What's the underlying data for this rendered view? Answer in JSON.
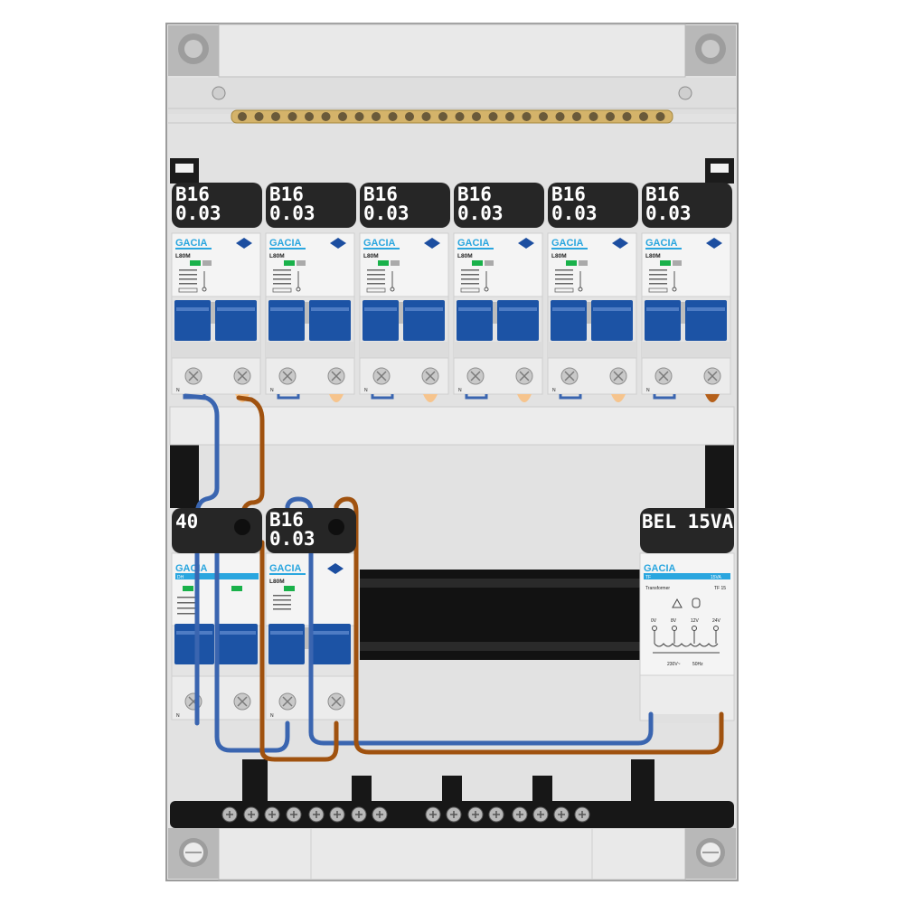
{
  "colors": {
    "enclosure": "#d9d9d9",
    "enclosure_edge": "#9a9a9a",
    "rail": "#e6e6e6",
    "busbar_brass": "#d4b36a",
    "label_black": "#262626",
    "device_body": "#f0f0f0",
    "toggle_blue": "#1c53a5",
    "brand_blue": "#2aa6df",
    "wire_blue": "#3a65b0",
    "wire_brown": "#a0520f",
    "terminal_bar": "#1a1a1a"
  },
  "row1": [
    {
      "rating": "B16",
      "sensitivity": "0.03",
      "brand": "GACIA",
      "model": "L80M",
      "n_mark": "N"
    },
    {
      "rating": "B16",
      "sensitivity": "0.03",
      "brand": "GACIA",
      "model": "L80M",
      "n_mark": "N"
    },
    {
      "rating": "B16",
      "sensitivity": "0.03",
      "brand": "GACIA",
      "model": "L80M",
      "n_mark": "N"
    },
    {
      "rating": "B16",
      "sensitivity": "0.03",
      "brand": "GACIA",
      "model": "L80M",
      "n_mark": "N"
    },
    {
      "rating": "B16",
      "sensitivity": "0.03",
      "brand": "GACIA",
      "model": "L80M",
      "n_mark": "N"
    },
    {
      "rating": "B16",
      "sensitivity": "0.03",
      "brand": "GACIA",
      "model": "L80M",
      "n_mark": "N"
    }
  ],
  "row2": {
    "isolator": {
      "rating": "40",
      "brand": "GACIA",
      "model": "DH",
      "n_mark": "N"
    },
    "rcbo": {
      "rating": "B16",
      "sensitivity": "0.03",
      "brand": "GACIA",
      "model": "L80M",
      "n_mark": "N"
    },
    "transformer": {
      "label": "BEL 15VA",
      "brand": "GACIA",
      "model": "TF",
      "power": "15VA",
      "title": "Transformer",
      "code": "TF 15",
      "taps": [
        "0V",
        "8V",
        "12V",
        "24V"
      ],
      "mains": "230V~",
      "freq": "50Hz"
    }
  }
}
